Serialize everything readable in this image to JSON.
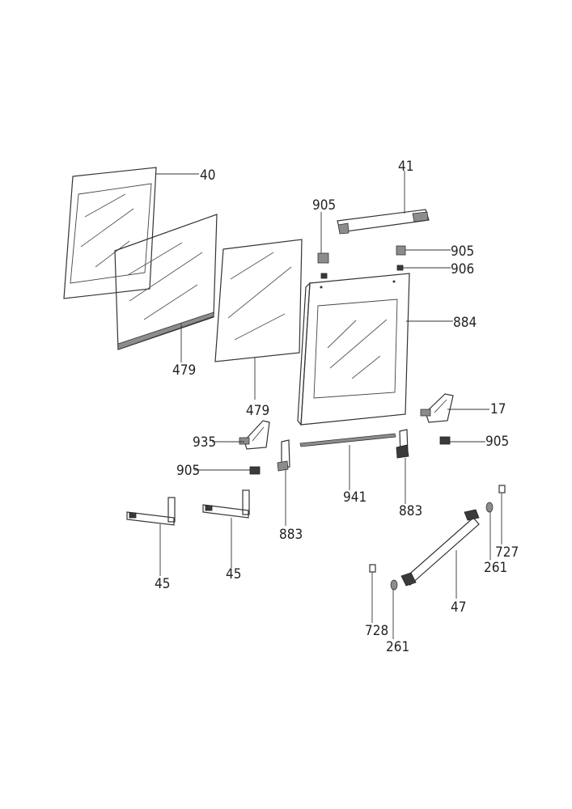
{
  "labels": {
    "p40": "40",
    "p41": "41",
    "p905a": "905",
    "p905b": "905",
    "p906": "906",
    "p884": "884",
    "p479a": "479",
    "p479b": "479",
    "p17": "17",
    "p935": "935",
    "p905c": "905",
    "p905d": "905",
    "p941": "941",
    "p883a": "883",
    "p883b": "883",
    "p45a": "45",
    "p45b": "45",
    "p47": "47",
    "p261a": "261",
    "p261b": "261",
    "p727": "727",
    "p728": "728"
  }
}
